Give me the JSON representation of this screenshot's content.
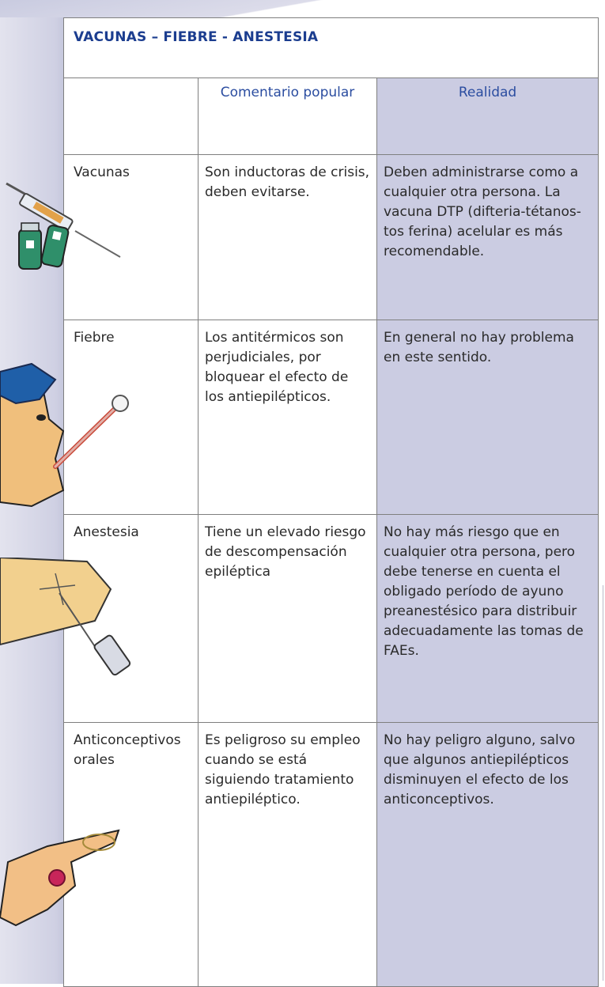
{
  "table": {
    "title": "VACUNAS – FIEBRE - ANESTESIA",
    "headers": [
      "",
      "Comentario popular",
      "Realidad"
    ],
    "rows": [
      {
        "topic": "Vacunas",
        "popular": "Son inductoras de crisis, deben evitarse.",
        "reality": "Deben administrarse como a cualquier otra persona. La vacuna DTP (difteria-tétanos-tos ferina) acelular es más recomendable."
      },
      {
        "topic": "Fiebre",
        "popular": "Los antitérmicos son perjudiciales, por bloquear el efecto de los antiepilépticos.",
        "reality": "En general no hay problema en este sentido."
      },
      {
        "topic": "Anestesia",
        "popular": "Tiene un elevado riesgo de descompensación epiléptica",
        "reality": "No hay más riesgo que en cualquier otra persona, pero debe tenerse en cuenta el obligado período de ayuno preanestésico para distribuir adecuadamente las tomas de FAEs."
      },
      {
        "topic": "Anticonceptivos orales",
        "popular": "Es peligroso su empleo cuando se está siguiendo tratamiento antiepiléptico.",
        "reality": "No hay peligro alguno, salvo que algunos antiepilépticos disminuyen el efecto de los anticonceptivos."
      }
    ]
  },
  "illustrations": [
    "syringe-and-vials",
    "child-with-thermometer",
    "injection-needle",
    "hand-with-pill"
  ],
  "colors": {
    "title": "#1b3d8f",
    "header_text": "#2b4da0",
    "reality_column": "#cbcce2",
    "left_band": "#cfd0e3",
    "border": "#7f7f7f"
  }
}
